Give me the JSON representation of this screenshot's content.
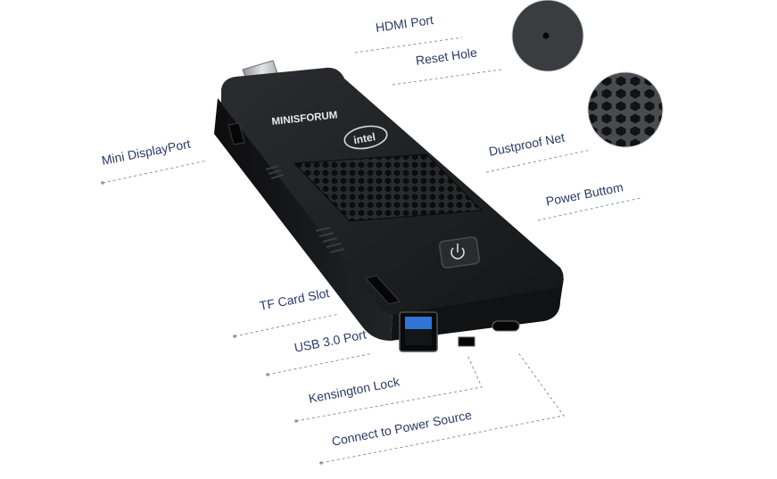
{
  "brand": {
    "logo_text": "MINISFORUM",
    "chip_badge": "intel"
  },
  "labels": {
    "hdmi_port": "HDMI Port",
    "reset_hole": "Reset Hole",
    "mini_displayport": "Mini DisplayPort",
    "dustproof_net": "Dustproof Net",
    "power_button": "Power Buttom",
    "tf_card_slot": "TF Card Slot",
    "usb_port": "USB 3.0 Port",
    "kensington_lock": "Kensington Lock",
    "power_source": "Connect to Power Source"
  },
  "colors": {
    "label_text": "#2a3a68",
    "leader_line": "#8a93a8",
    "device_body": "#1b1c1e",
    "usb_accent": "#2f74d6"
  },
  "icons": {
    "power": "power-icon"
  }
}
